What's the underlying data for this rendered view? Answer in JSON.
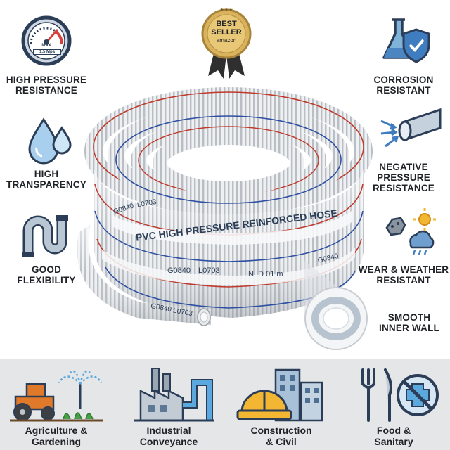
{
  "badge": {
    "line1": "BEST",
    "line2": "SELLER",
    "line3": "amazon"
  },
  "gauge": {
    "max": "MAX",
    "value": "1.5 Mpa"
  },
  "features_left": [
    {
      "line1": "HIGH PRESSURE",
      "line2": "RESISTANCE",
      "icon": "pressure-gauge-icon"
    },
    {
      "line1": "HIGH",
      "line2": "TRANSPARENCY",
      "icon": "water-drops-icon"
    },
    {
      "line1": "GOOD",
      "line2": "FLEXIBILITY",
      "icon": "bent-pipe-icon"
    }
  ],
  "features_right": [
    {
      "line1": "CORROSION",
      "line2": "RESISTANT",
      "icon": "flask-shield-icon"
    },
    {
      "line1": "NEGATIVE",
      "line2": "PRESSURE",
      "line3": "RESISTANCE",
      "icon": "suction-pipe-icon"
    },
    {
      "line1": "WEAR & WEATHER",
      "line2": "RESISTANT",
      "icon": "weather-icon"
    },
    {
      "line1": "SMOOTH",
      "line2": "INNER WALL",
      "icon": "hose-cross-section-icon"
    }
  ],
  "hose_print": {
    "main": "PVC HIGH PRESSURE REINFORCED HOSE",
    "code1": "G0840",
    "code2": "L0703",
    "spec": "IN ID 01 m"
  },
  "applications": [
    {
      "line1": "Agriculture &",
      "line2": "Gardening",
      "icon": "tractor-sprinkler-icon"
    },
    {
      "line1": "Industrial",
      "line2": "Conveyance",
      "icon": "factory-pipes-icon"
    },
    {
      "line1": "Construction",
      "line2": "& Civil",
      "icon": "hardhat-buildings-icon"
    },
    {
      "line1": "Food &",
      "line2": "Sanitary",
      "icon": "cutlery-sanitary-icon"
    }
  ],
  "colors": {
    "navy": "#2b3d57",
    "blue_light": "#7fb3d9",
    "red_stripe": "#c0392b",
    "blue_stripe": "#2e4fa3",
    "gold": "#c9a24b"
  }
}
